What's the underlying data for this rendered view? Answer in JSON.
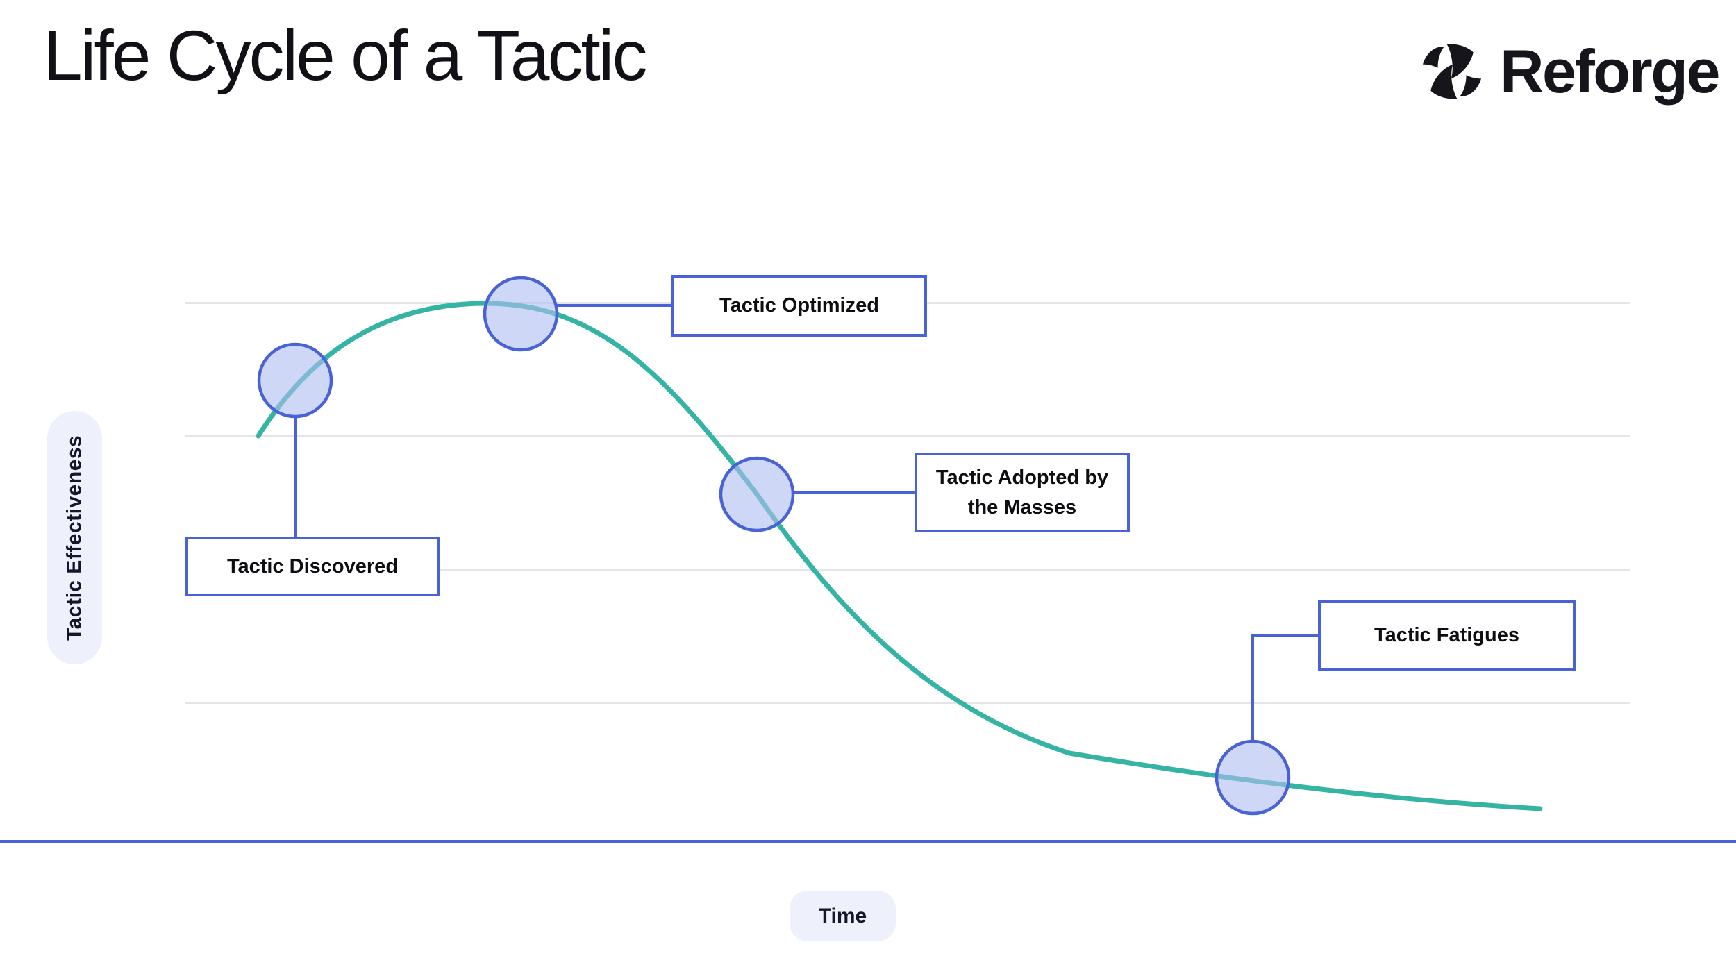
{
  "header": {
    "title": "Life Cycle of a Tactic",
    "brand": "Reforge"
  },
  "axes": {
    "y_label": "Tactic Effectiveness",
    "x_label": "Time"
  },
  "annotations": [
    {
      "id": "discovered",
      "label": "Tactic Discovered"
    },
    {
      "id": "optimized",
      "label": "Tactic Optimized"
    },
    {
      "id": "adopted",
      "label": "Tactic Adopted by the Masses"
    },
    {
      "id": "fatigues",
      "label": "Tactic Fatigues"
    }
  ],
  "colors": {
    "accent": "#4a63d4",
    "curve": "#35b4a5",
    "marker": "#aebdef",
    "gridline": "#e5e5e7",
    "pill": "#eef0fc",
    "box": "#ffffff",
    "text": "#101016",
    "logo": "#15151b"
  },
  "chart_data": {
    "type": "line",
    "title": "Life Cycle of a Tactic",
    "xlabel": "Time",
    "ylabel": "Tactic Effectiveness",
    "x_ticks": [],
    "y_ticks": [],
    "grid": "horizontal, 4 light gray lines, no numeric scale",
    "legend": "none",
    "curve_shape": "starts mid-height, rises steeply to an early peak, then declines in an S-shape and flattens to a low plateau",
    "series": [
      {
        "name": "Tactic Effectiveness over Time",
        "x_pct": [
          5,
          8,
          15,
          23,
          31,
          40,
          50,
          61,
          74,
          88,
          94
        ],
        "effectiveness_pct": [
          75,
          86,
          96,
          99,
          92,
          64,
          38,
          18,
          12,
          7,
          6
        ]
      }
    ],
    "milestones": [
      {
        "label": "Tactic Discovered",
        "x_pct": 8,
        "effectiveness_pct": 86
      },
      {
        "label": "Tactic Optimized",
        "x_pct": 23,
        "effectiveness_pct": 98
      },
      {
        "label": "Tactic Adopted by the Masses",
        "x_pct": 40,
        "effectiveness_pct": 64
      },
      {
        "label": "Tactic Fatigues",
        "x_pct": 74,
        "effectiveness_pct": 12
      }
    ]
  }
}
